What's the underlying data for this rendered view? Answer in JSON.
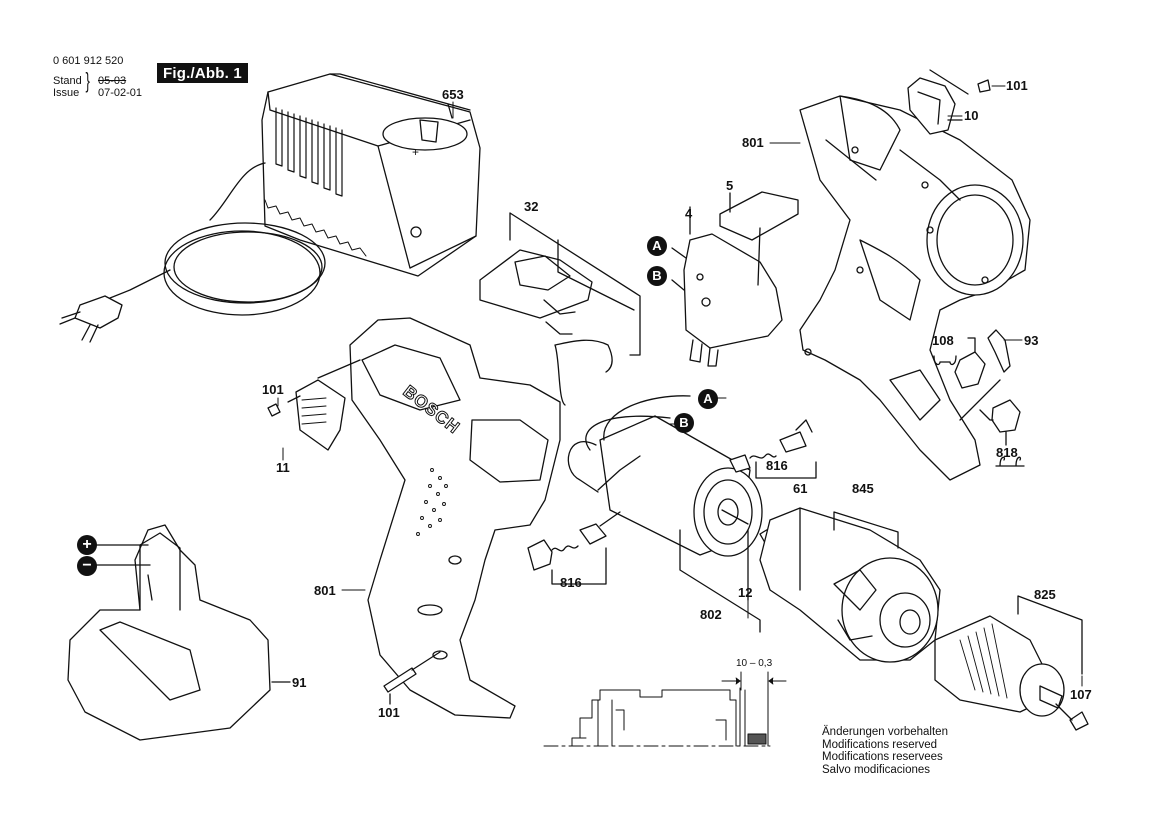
{
  "header": {
    "part_number": "0 601 912 520",
    "stand_label": "Stand",
    "issue_label": "Issue",
    "old_date": "05-03",
    "new_date": "07-02-01",
    "figure_label": "Fig./Abb. 1"
  },
  "parts": {
    "charger": "653",
    "battery_cover": "32",
    "switch": "4",
    "switch_trigger": "5",
    "screw_top": "101",
    "housing_cap_right": "10",
    "housing_right": "801",
    "clip": "108",
    "bit": "93",
    "clip_alt": "818",
    "screw_left": "101",
    "housing_cap_left": "11",
    "brush_holder_right": "816",
    "brush_holder_left": "816",
    "motor": "802",
    "pinion": "12",
    "gearbox_housing": "61",
    "gearbox": "845",
    "chuck": "825",
    "chuck_screw": "107",
    "housing_left": "801",
    "screw_bottom": "101",
    "battery": "91"
  },
  "connectors": {
    "a": "A",
    "b": "B",
    "plus": "+",
    "minus": "−"
  },
  "brand_text": "BOSCH",
  "dimension": "10 – 0,3",
  "notes": [
    "Änderungen vorbehalten",
    "Modifications reserved",
    "Modifications reservees",
    "Salvo modificaciones"
  ]
}
